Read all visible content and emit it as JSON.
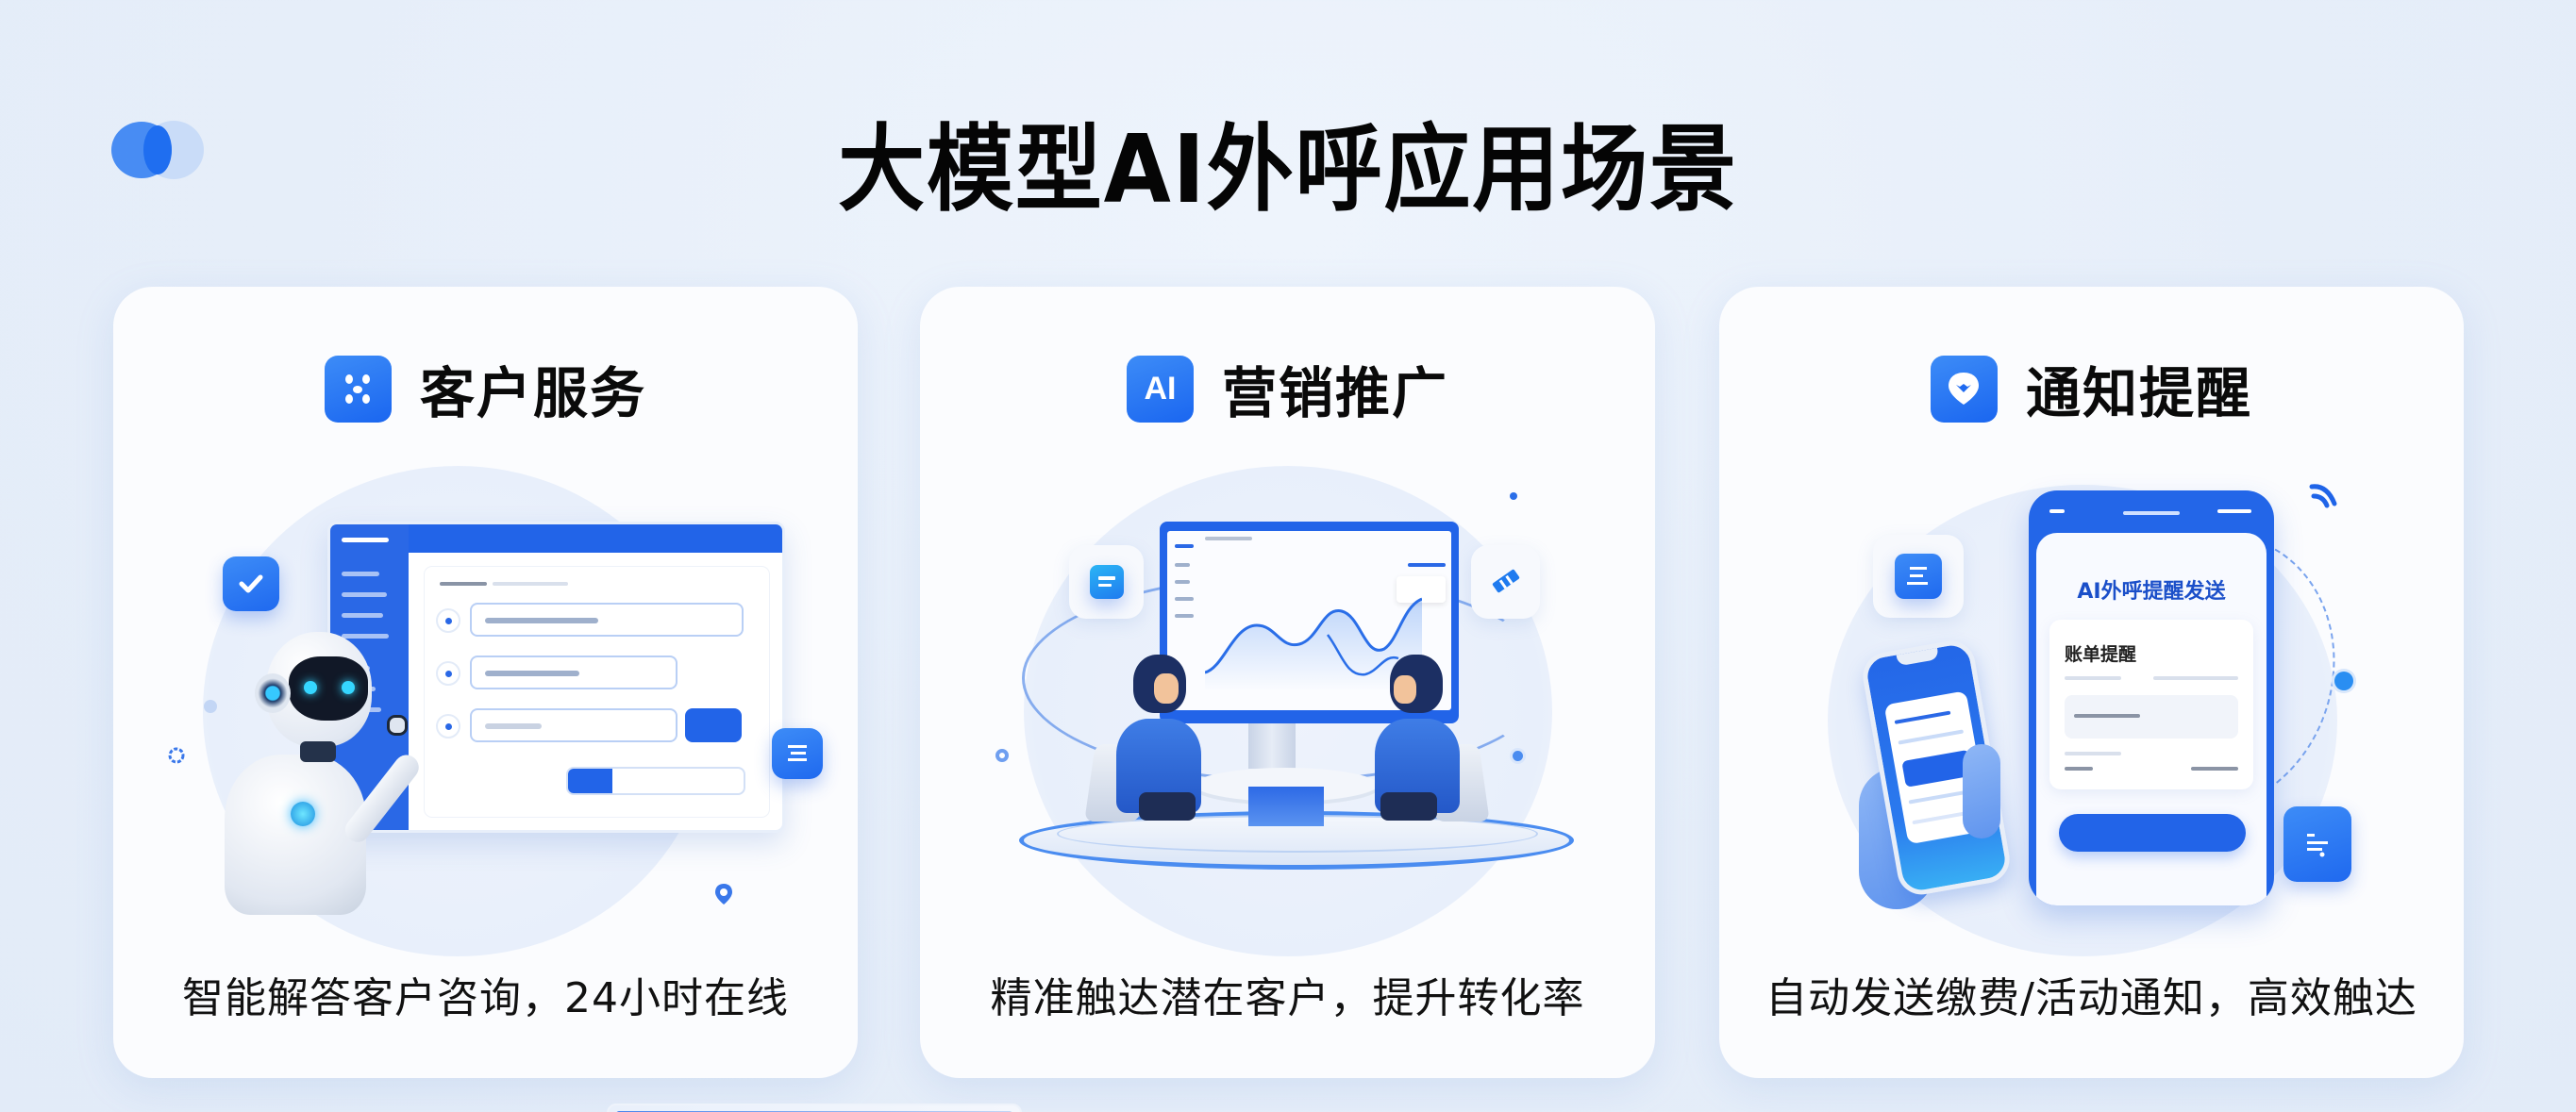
{
  "page": {
    "title": "大模型AI外呼应用场景",
    "brand_colors": {
      "primary": "#2264e8",
      "accent_light": "#c9dcf8",
      "text": "#0a0a0a",
      "background": "#e6eef9"
    }
  },
  "logo": {
    "icon": "overlapping-circles-icon"
  },
  "cards": [
    {
      "title": "客户服务",
      "icon": "customer-service-icon",
      "caption": "智能解答客户咨询，24小时在线",
      "illustration": {
        "subject": "robot-pointing-at-dashboard",
        "floating_icons": [
          "chat-check-icon",
          "list-icon",
          "location-pin-icon",
          "gear-icon"
        ]
      }
    },
    {
      "title": "营销推广",
      "icon": "ai-icon",
      "icon_text": "AI",
      "caption": "精准触达潜在客户，提升转化率",
      "illustration": {
        "subject": "two-people-reviewing-chart-on-monitor",
        "floating_icons": [
          "chat-icon",
          "ticket-icon"
        ]
      }
    },
    {
      "title": "通知提醒",
      "icon": "heart-shield-icon",
      "caption": "自动发送缴费/活动通知，高效触达",
      "illustration": {
        "subject": "phones-showing-notification",
        "phone_heading": "AI外呼提醒发送",
        "phone_card_title": "账单提醒",
        "floating_icons": [
          "message-list-icon",
          "wifi-icon",
          "notes-icon"
        ]
      }
    }
  ]
}
